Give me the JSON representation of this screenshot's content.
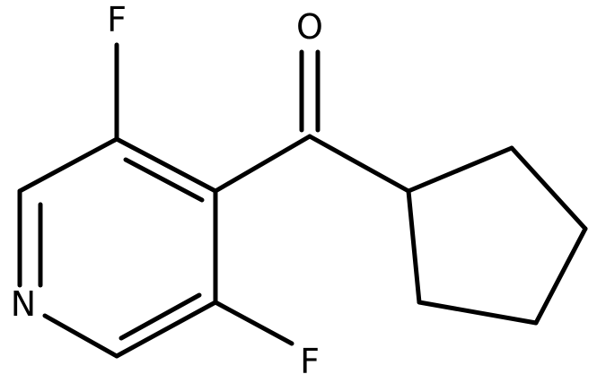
{
  "atoms": {
    "fluorine_top": "F",
    "fluorine_bottom": "F",
    "oxygen": "O",
    "nitrogen": "N"
  },
  "colors": {
    "background": "#ffffff",
    "bond": "#000000",
    "label": "#000000"
  }
}
